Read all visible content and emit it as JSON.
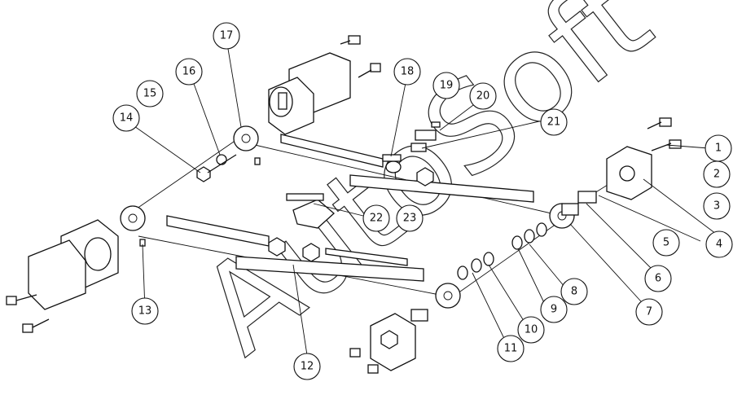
{
  "watermark": "AutoSoft",
  "callouts": [
    {
      "n": "1"
    },
    {
      "n": "2"
    },
    {
      "n": "3"
    },
    {
      "n": "4"
    },
    {
      "n": "5"
    },
    {
      "n": "6"
    },
    {
      "n": "7"
    },
    {
      "n": "8"
    },
    {
      "n": "9"
    },
    {
      "n": "10"
    },
    {
      "n": "11"
    },
    {
      "n": "12"
    },
    {
      "n": "13"
    },
    {
      "n": "14"
    },
    {
      "n": "15"
    },
    {
      "n": "16"
    },
    {
      "n": "17"
    },
    {
      "n": "18"
    },
    {
      "n": "19"
    },
    {
      "n": "20"
    },
    {
      "n": "21"
    },
    {
      "n": "22"
    },
    {
      "n": "23"
    }
  ]
}
